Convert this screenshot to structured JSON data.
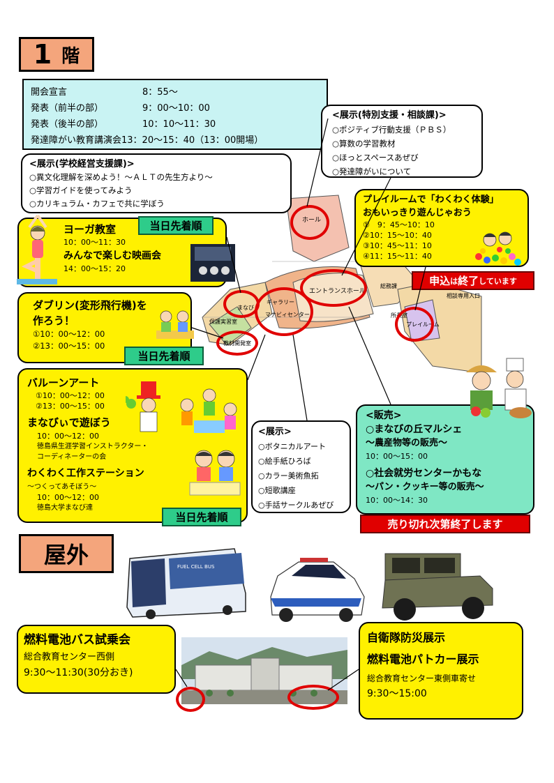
{
  "floor1": {
    "number": "1",
    "label": "階"
  },
  "schedule": [
    {
      "label": "開会宣言",
      "time": "8：55～"
    },
    {
      "label": "発表（前半の部）",
      "time": "9：00～10：00"
    },
    {
      "label": "発表（後半の部）",
      "time": "10：10～11：30"
    },
    {
      "label": "発達障がい教育講演会",
      "time": "13：20～15：40（13：00開場）"
    }
  ],
  "tokushu": {
    "title": "<展示(特別支援・相談課)>",
    "items": [
      "○ポジティブ行動支援（ＰＢＳ）",
      "○算数の学習教材",
      "○ほっとスペースあぜび",
      "○発達障がいについて"
    ]
  },
  "gakko": {
    "title": "<展示(学校経営支援課)>",
    "items": [
      "○異文化理解を深めよう！～ＡＬＴの先生方より～",
      "○学習ガイドを使ってみよう",
      "○カリキュラム・カフェで共に学ぼう"
    ]
  },
  "playroom": {
    "title1": "プレイルームで「わくわく体験」",
    "title2": "おもいっきり遊んじゃおう",
    "times": [
      "①　9：45～10：10",
      "②10：15～10：40",
      "③10：45～11：10",
      "④11：15～11：40"
    ],
    "closed_main": "申込",
    "closed_mid": "は",
    "closed_big": "終了",
    "closed_end": "しています"
  },
  "yoga": {
    "title": "ヨーガ教室",
    "time": "10：00～11：30",
    "badge": "当日先着順",
    "movie_title": "みんなで楽しむ映画会",
    "movie_time": "14：00～15：20"
  },
  "dublin": {
    "title1": "ダブリン(変形飛行機)を",
    "title2": "作ろう！",
    "times": [
      "①10：00～12：00",
      "②13：00～15：00"
    ],
    "badge": "当日先着順"
  },
  "balloon": {
    "title": "バルーンアート",
    "times": [
      "①10：00～12：00",
      "②13：00～15：00"
    ],
    "manabi_title": "まなびぃで遊ぼう",
    "manabi_time": "10：00～12：00",
    "manabi_org1": "徳島県生涯学習インストラクター・",
    "manabi_org2": "コーディネーターの会",
    "craft_title": "わくわく工作ステーション",
    "craft_sub": "～つくってあそぼう～",
    "craft_time": "10：00～12：00",
    "craft_org": "徳島大学まなび達",
    "badge": "当日先着順"
  },
  "tenji": {
    "title": "<展示>",
    "items": [
      "○ボタニカルアート",
      "○絵手紙ひろば",
      "○カラー美術魚拓",
      "○短歌講座",
      "○手話サークルあぜび"
    ]
  },
  "hanbai": {
    "title": "<販売>",
    "item1_title": "○まなびの丘マルシェ",
    "item1_sub": "～農産物等の販売～",
    "item1_time": "10：00～15：00",
    "item2_title": "○社会就労センターかもな",
    "item2_sub": "～パン・クッキー等の販売～",
    "item2_time": "10：00～14：30",
    "badge": "売り切れ次第終了します"
  },
  "map_labels": {
    "hall": "ホール",
    "entrance": "エントランスホール",
    "gallery": "ギャラリー",
    "center": "マナビィセンター",
    "manabi": "まなび",
    "room1": "保護実習室",
    "room2": "教材開発室",
    "office": "総務課",
    "front": "所長室",
    "consult": "相談専用入口",
    "play": "プレイルーム"
  },
  "outdoor": {
    "title": "屋外"
  },
  "bus": {
    "title": "燃料電池バス試乗会",
    "place": "総合教育センター西側",
    "time": "9:30～11:30(30分おき)"
  },
  "jieitai": {
    "line1": "自衛隊防災展示",
    "line2": "燃料電池パトカー展示",
    "place": "総合教育センター東側車寄せ",
    "time": "9:30～15:00"
  },
  "vehicles": {
    "bus_sign": "FUEL CELL BUS"
  },
  "colors": {
    "yellow": "#fff100",
    "cyan": "#c9f3f3",
    "mint": "#7fe7c4",
    "red": "#e00000",
    "green_badge": "#2ecc8a",
    "floor_tab": "#f4a57c"
  }
}
